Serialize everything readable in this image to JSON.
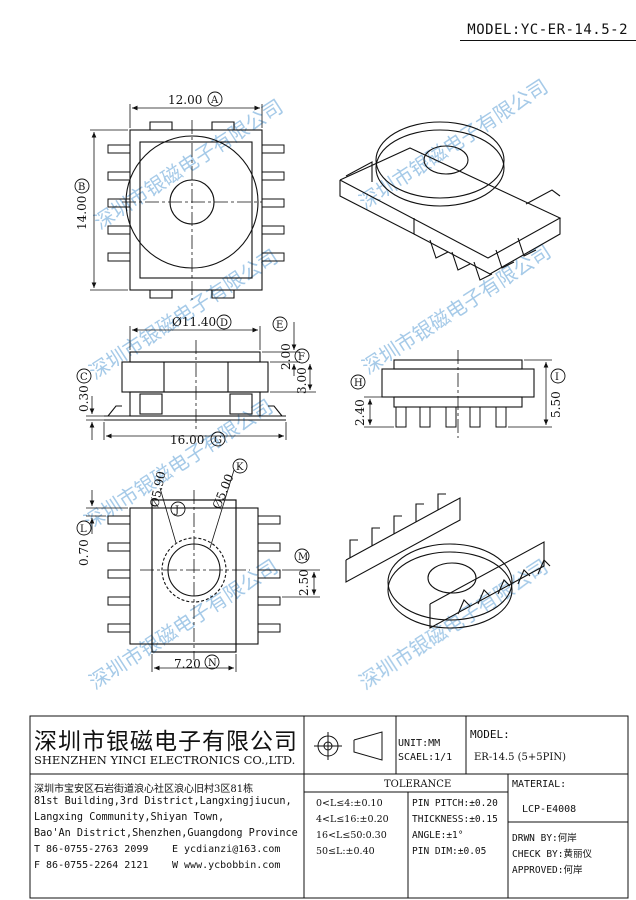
{
  "model_header": "MODEL:YC-ER-14.5-2",
  "watermark": "深圳市银磁电子有限公司",
  "dimensions": {
    "A": {
      "letter": "A",
      "value": "12.00"
    },
    "B": {
      "letter": "B",
      "value": "14.00"
    },
    "C": {
      "letter": "C",
      "value": "0.30"
    },
    "D": {
      "letter": "D",
      "value": "Ø11.40"
    },
    "E": {
      "letter": "E",
      "value": "2.00"
    },
    "F": {
      "letter": "F",
      "value": "3.00"
    },
    "G": {
      "letter": "G",
      "value": "16.00"
    },
    "H": {
      "letter": "H",
      "value": "2.40"
    },
    "I": {
      "letter": "I",
      "value": "5.50"
    },
    "J": {
      "letter": "J",
      "value": "Ø5.90"
    },
    "K": {
      "letter": "K",
      "value": "Ø5.00"
    },
    "L": {
      "letter": "L",
      "value": "0.70"
    },
    "M": {
      "letter": "M",
      "value": "2.50"
    },
    "N": {
      "letter": "N",
      "value": "7.20"
    }
  },
  "title_block": {
    "company_cn": "深圳市银磁电子有限公司",
    "company_en": "SHENZHEN YINCI ELECTRONICS CO.,LTD.",
    "address": [
      "深圳市宝安区石岩街道浪心社区浪心旧村3区81栋",
      "81st Building,3rd District,Langxingjiucun,",
      "Langxing Community,Shiyan Town,",
      "Bao'An District,Shenzhen,Guangdong Province"
    ],
    "tel": "T 86-0755-2763 2099",
    "email": "E ycdianzi@163.com",
    "fax": "F 86-0755-2264 2121",
    "web": "W www.ycbobbin.com",
    "unit": "UNIT:MM",
    "scale": "SCAEL:1/1",
    "model_label": "MODEL:",
    "model_value": "ER-14.5 (5+5PIN)",
    "tolerance_title": "TOLERANCE",
    "tolerance_left": [
      "0<L≤4:±0.10",
      "4<L≤16:±0.20",
      "16<L≤50:0.30",
      "50≤L:±0.40"
    ],
    "tolerance_right": [
      "PIN PITCH:±0.20",
      "THICKNESS:±0.15",
      "ANGLE:±1°",
      "PIN DIM:±0.05"
    ],
    "material_label": "MATERIAL:",
    "material_value": "LCP-E4008",
    "drawn_by": "DRWN BY:何岸",
    "check_by": "CHECK BY:黄丽仪",
    "approved": "APPROVED:何岸"
  }
}
